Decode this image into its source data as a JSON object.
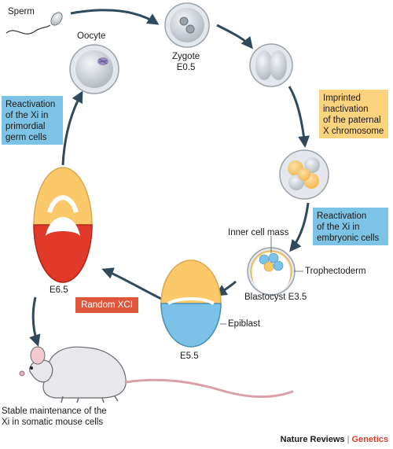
{
  "labels": {
    "sperm": "Sperm",
    "oocyte": "Oocyte",
    "zygote": "Zygote\nE0.5",
    "inner_cell_mass": "Inner cell mass",
    "trophectoderm": "Trophectoderm",
    "blastocyst": "Blastocyst E3.5",
    "epiblast": "Epiblast",
    "e55": "E5.5",
    "e65": "E6.5",
    "maintenance": "Stable maintenance of the\nXi in somatic mouse cells"
  },
  "boxes": {
    "germ_reactivation": "Reactivation\nof the Xi in\nprimordial\ngerm cells",
    "imprinted": "Imprinted\ninactivation\nof the paternal\nX chromosome",
    "embryonic_reactivation": "Reactivation\nof the Xi in\nembryonic cells",
    "random_xci": "Random XCI"
  },
  "credit": {
    "publisher": "Nature Reviews",
    "separator": " | ",
    "journal": "Genetics"
  },
  "colors": {
    "blue_box": "#7dc3e6",
    "yellow_box": "#fbd27e",
    "red_box": "#e0563b",
    "embryo_yellow": "#fbc86a",
    "embryo_red": "#e23a2a",
    "embryo_blue": "#7cc2e8",
    "arrow": "#2e4a5c",
    "cell_gray": "#c8cdd2"
  },
  "icons": [
    "sperm-icon",
    "mouse-icon"
  ]
}
